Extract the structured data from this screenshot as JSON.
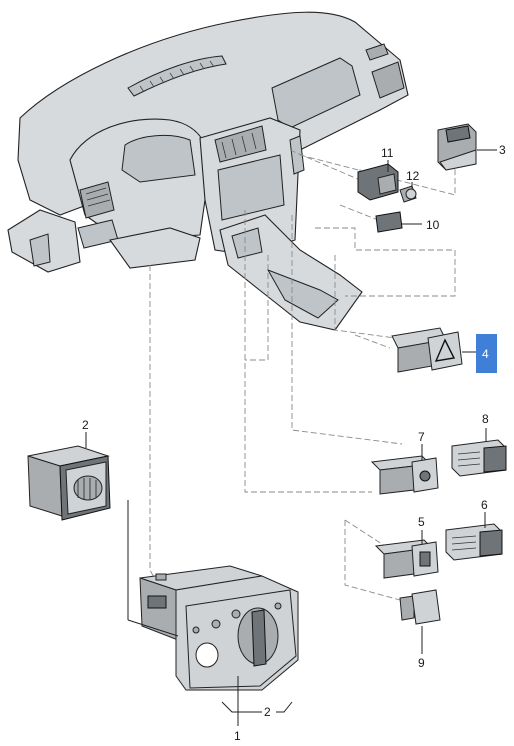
{
  "callouts": {
    "c1": "1",
    "c2_top": "2",
    "c2_bottom": "2",
    "c3": "3",
    "c4": "4",
    "c5": "5",
    "c6": "6",
    "c7": "7",
    "c8": "8",
    "c9": "9",
    "c10": "10",
    "c11": "11",
    "c12": "12"
  },
  "colors": {
    "highlight": "#3f7fd8",
    "part_fill": "#cfd3d6",
    "dark_fill": "#6f7478"
  },
  "selected_callout": "4"
}
